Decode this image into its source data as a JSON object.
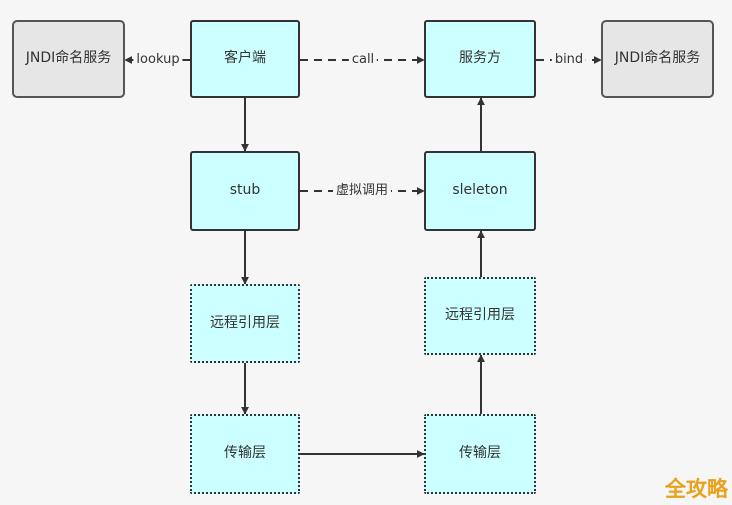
{
  "nodes": {
    "jndi_left": "JNDI命名服务",
    "client": "客户端",
    "server": "服务方",
    "jndi_right": "JNDI命名服务",
    "stub": "stub",
    "skeleton": "sleleton",
    "remote_ref_left": "远程引用层",
    "remote_ref_right": "远程引用层",
    "transport_left": "传输层",
    "transport_right": "传输层"
  },
  "edges": {
    "lookup": "lookup",
    "call": "call",
    "bind": "bind",
    "virtual_call": "虚拟调用"
  },
  "watermark": "全攻略"
}
